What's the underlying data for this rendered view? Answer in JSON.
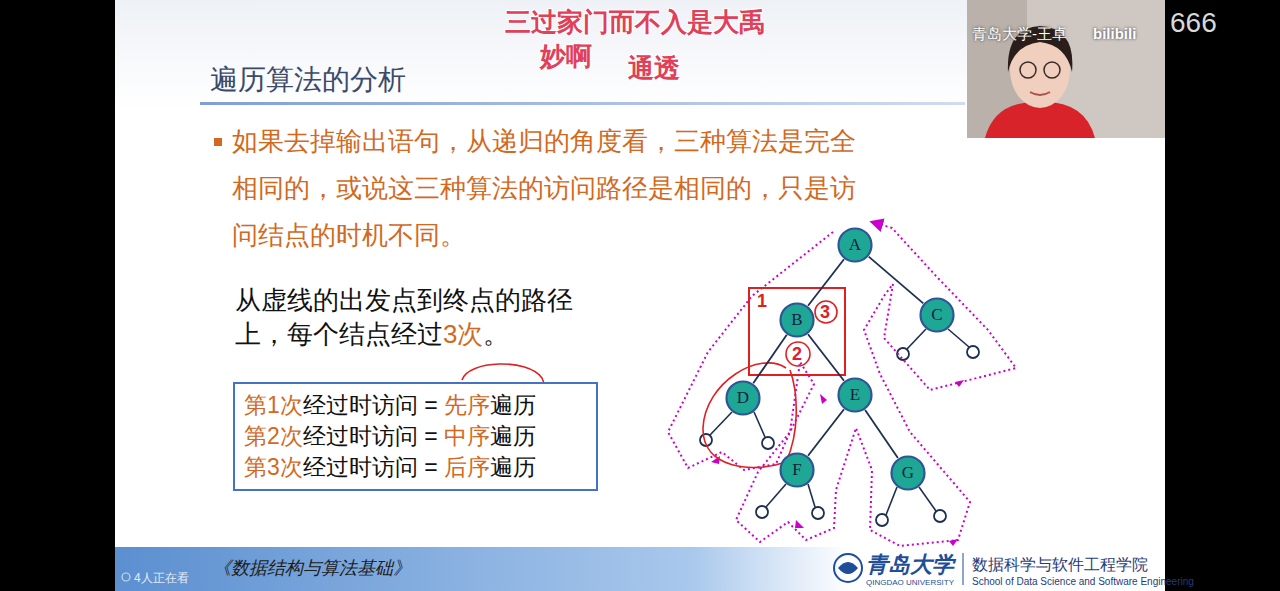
{
  "diagram": {
    "title": "遍历算法的分析",
    "nodes": [
      {
        "text": [
          "第1次经过时访问 = 先序遍历",
          "第2次经过时访问 = 中序遍历",
          "第3次经过时访问 = 后序遍历"
        ]
      },
      {
        "text": [
          "A"
        ]
      },
      {
        "text": [
          "B"
        ]
      },
      {
        "text": [
          "C"
        ]
      },
      {
        "text": [
          "D"
        ]
      },
      {
        "text": [
          "E"
        ]
      },
      {
        "text": [
          "F"
        ]
      },
      {
        "text": [
          "G"
        ]
      }
    ],
    "edges": [
      {
        "from": 1,
        "to": 2,
        "arrow": "none"
      },
      {
        "from": 1,
        "to": 3,
        "arrow": "none"
      },
      {
        "from": 2,
        "to": 4,
        "arrow": "none"
      },
      {
        "from": 2,
        "to": 5,
        "arrow": "none"
      },
      {
        "from": 5,
        "to": 6,
        "arrow": "none"
      },
      {
        "from": 5,
        "to": 7,
        "arrow": "none"
      }
    ],
    "labels": [
      "三过家门而不入是大禹",
      "妙啊",
      "通透",
      "青岛大学-王卓",
      "bilibili",
      "666",
      "如果去掉输出语句，从递归的角度看，三种算法是完全相同的，或说这三种算法的访问路径是相同的，只是访问结点的时机不同。",
      "从虚线的出发点到终点的路径上，每个结点经过3次。",
      "1",
      "3",
      "2",
      "4人正在看",
      "《数据结构与算法基础》",
      "青岛大学",
      "QINGDAO UNIVERSITY",
      "数据科学与软件工程学院",
      "School of Data Science and Software Engineering"
    ]
  }
}
